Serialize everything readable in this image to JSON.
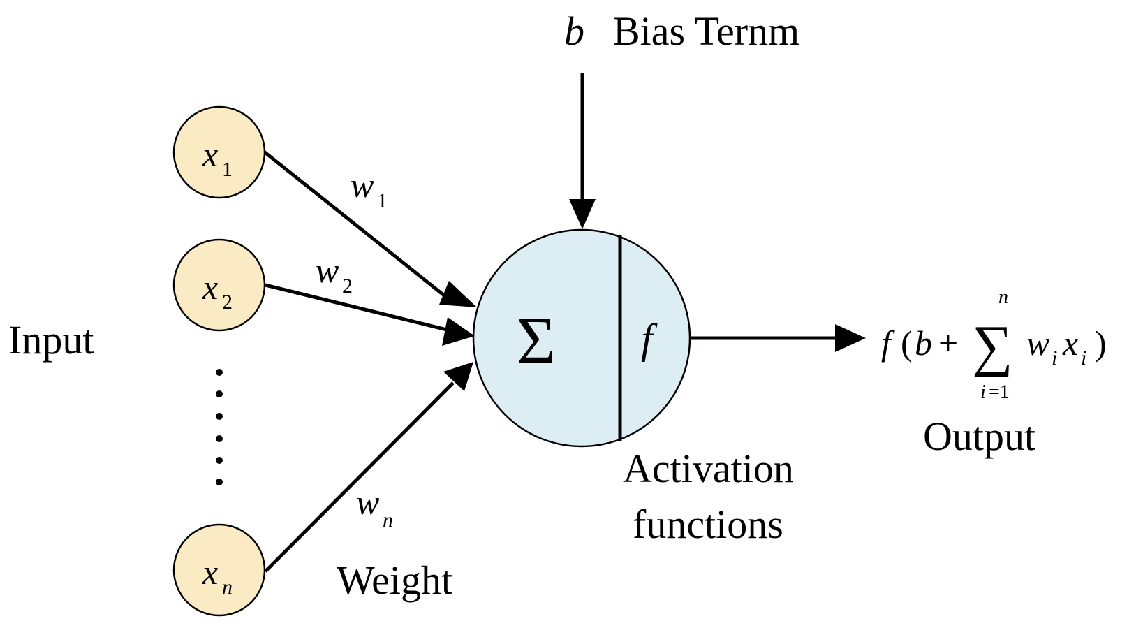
{
  "inputs": [
    {
      "symbol": "x",
      "index": "1"
    },
    {
      "symbol": "x",
      "index": "2"
    },
    {
      "symbol": "x",
      "index": "n"
    }
  ],
  "weights": [
    {
      "symbol": "w",
      "index": "1"
    },
    {
      "symbol": "w",
      "index": "2"
    },
    {
      "symbol": "w",
      "index": "n"
    }
  ],
  "labels": {
    "input": "Input",
    "weight": "Weight",
    "activation_line1": "Activation",
    "activation_line2": "functions",
    "output": "Output",
    "bias_symbol": "b",
    "bias_text": "Bias Ternm"
  },
  "neuron": {
    "sum_symbol": "Σ",
    "activation_symbol": "f"
  },
  "formula": {
    "func": "f",
    "open": "(",
    "bias": "b",
    "plus": "+",
    "sum": "∑",
    "upper": "n",
    "lower_var": "i",
    "lower_eq": "=1",
    "w": "w",
    "w_index": "i",
    "x": "x",
    "x_index": "i",
    "close": ")"
  },
  "colors": {
    "input_fill": "#FBEBC4",
    "neuron_fill": "#DCEEF4",
    "stroke": "#000000"
  }
}
